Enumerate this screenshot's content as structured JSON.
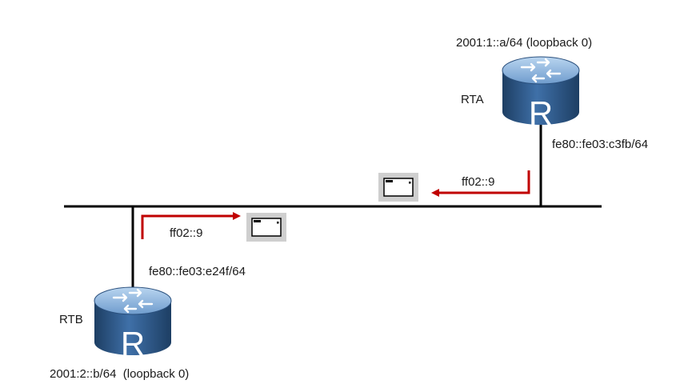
{
  "routers": {
    "rta": {
      "name": "RTA",
      "loopback": "2001:1::a/64 (loopback 0)",
      "link_local": "fe80::fe03:c3fb/64",
      "symbol": "R"
    },
    "rtb": {
      "name": "RTB",
      "loopback": "2001:2::b/64  (loopback 0)",
      "link_local": "fe80::fe03:e24f/64",
      "symbol": "R"
    }
  },
  "packets": {
    "from_rta": {
      "dest": "ff02::9"
    },
    "from_rtb": {
      "dest": "ff02::9"
    }
  },
  "colors": {
    "router_dark": "#1d3e63",
    "router_mid": "#3d6da3",
    "router_light": "#9fc2e8",
    "arrow": "#c00000",
    "line": "#000000",
    "packet_bg": "#cfcfcf"
  },
  "icons": {
    "router": "router-icon",
    "packet": "packet-icon"
  }
}
